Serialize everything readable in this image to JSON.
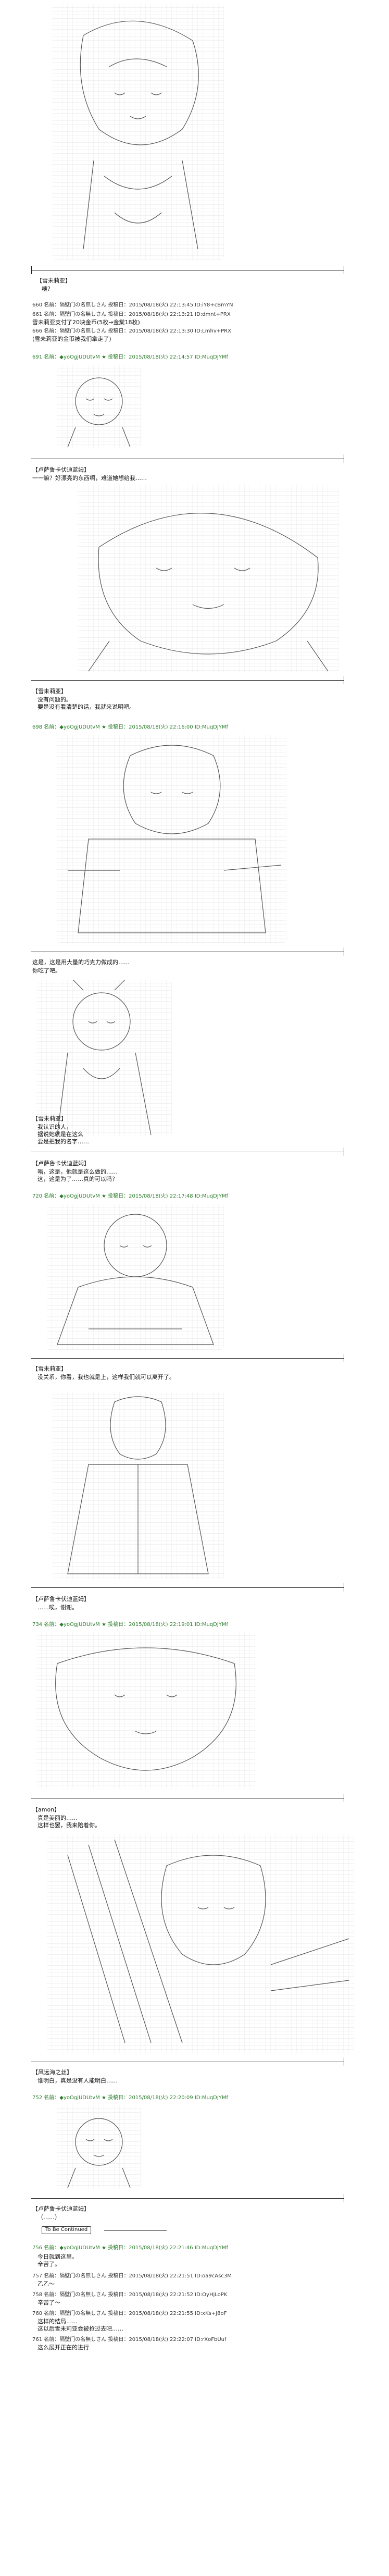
{
  "blocks": {
    "label_1": "【雪未莉亚】",
    "line_1": "咦？",
    "post_660": "660 名前：隔壁门の名無しさん 投稿日：2015/08/18(火) 22:13:45 ID:iY8+cBmYN",
    "post_661": "661 名前：隔壁门の名無しさん 投稿日：2015/08/18(火) 22:13:21 ID:dmnt+PRX",
    "post_661_body": "雪未莉亚支付了20块金币(5枚→金棠18枚)",
    "post_666": "666 名前：隔壁门の名無しさん 投稿日：2015/08/18(火) 22:13:30 ID:Lmhv+PRX",
    "post_666_body": "(雪未莉亚的金币被我们拿走了)",
    "post_691": "691 名前：◆yoOgjUDUtvM ★ 投稿日：2015/08/18(火) 22:14:57 ID:MuqDJYMf",
    "label_2": "【卢萨鲁卡伏迪蓝姆】",
    "line_2": "一一嘛？好漂亮的东西啊，难道她想给我……",
    "label_3": "【雪未莉亚】",
    "line_3a": "没有问题的。",
    "line_3b": "要是没有看清楚的话，我就来说明吧。",
    "post_698": "698 名前：◆yoOgjUDUtvM ★ 投稿日：2015/08/18(火) 22:16:00 ID:MuqDJYMf",
    "line_4a": "这是，这是用大量的巧克力做成的……",
    "line_4b": "你吃了吧。",
    "label_5": "【雪未莉亚】",
    "line_5a": "我认识的人，",
    "line_5b": "据说她就是在这么",
    "line_5c": "要是把我的名字……",
    "label_6": "【卢萨鲁卡伏迪蓝姆】",
    "line_6a": "唔，这是，他就是这么做的……",
    "line_6b": "这，这是为了……真的可以吗？",
    "post_720": "720 名前：◆yoOgjUDUtvM ★ 投稿日：2015/08/18(火) 22:17:48 ID:MuqDJYMf",
    "label_7": "【雪未莉亚】",
    "line_7": "没关系，你看，我也就是上，这样我们就可以离开了。",
    "label_8": "【卢萨鲁卡伏迪蓝姆】",
    "line_8": "……唉，谢谢。",
    "post_734": "734 名前：◆yoOgjUDUtvM ★ 投稿日：2015/08/18(火) 22:19:01 ID:MuqDJYMf",
    "label_9": "【amon】",
    "line_9a": "真是美丽的……",
    "line_9b": "这样也罢，我来陪着你。",
    "label_10": "【风远海之丝】",
    "line_10": "谁明白，真是没有人能明白……",
    "post_752": "752 名前：◆yoOgjUDUtvM ★ 投稿日：2015/08/18(火) 22:20:09 ID:MuqDJYMf",
    "label_11": "【卢萨鲁卡伏迪蓝姆】",
    "line_11": "（……）",
    "to_be_continued": "To Be Continued",
    "post_756": "756 名前：◆yoOgjUDUtvM ★ 投稿日：2015/08/18(火) 22:21:46 ID:MuqDJYMf",
    "line_756a": "今日就到这里。",
    "line_756b": "辛苦了。",
    "post_757": "757 名前：隔壁门の名無しさん 投稿日：2015/08/18(火) 22:21:51 ID:oa9cAsc3M",
    "line_757": "乙乙～",
    "post_758": "758 名前：隔壁门の名無しさん 投稿日：2015/08/18(火) 22:21:52 ID:OyHjLoPK",
    "line_758": "辛苦了～",
    "post_760": "760 名前：隔壁门の名無しさん 投稿日：2015/08/18(火) 22:21:55 ID:xKs+J8oF",
    "line_760a": "这样的结局……",
    "line_760b": "这以后雪未莉亚会被抢过去吧……",
    "post_761": "761 名前：隔壁门の名無しさん 投稿日：2015/08/18(火) 22:22:07 ID:rXoFbUuf",
    "line_761": "这么展开正在的进行"
  }
}
